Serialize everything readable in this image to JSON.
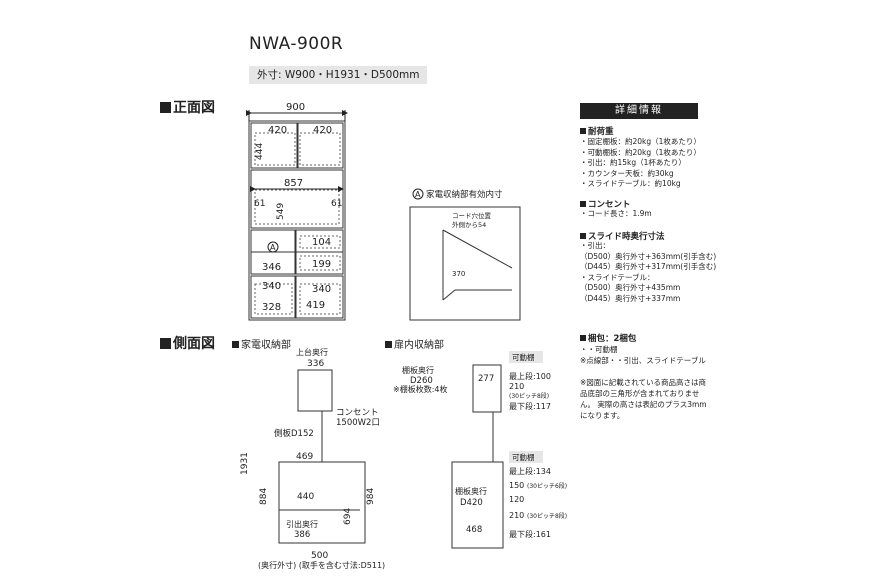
{
  "model": "NWA-900R",
  "outer_dims": "外寸: W900・H1931・D500mm",
  "sections": {
    "front_view": "正面図",
    "side_view": "側面図",
    "appliance_storage": "家電収納部",
    "door_storage": "扉内収納部"
  },
  "front_labels": {
    "w900": "900",
    "w420a": "420",
    "w420b": "420",
    "h444": "444",
    "w857": "857",
    "d61a": "61",
    "h549": "549",
    "d61b": "61",
    "circleA": "A",
    "w346": "346",
    "w104": "104",
    "w199": "199",
    "w340a": "340",
    "w340b": "340",
    "w328": "328",
    "w419": "419"
  },
  "detail_a": {
    "title": "家電収納部有効内寸",
    "circle": "A",
    "cord_hole": "コード穴位置\n外側から54",
    "h370": "370"
  },
  "side_a": {
    "top_depth": "上台奥行",
    "w336": "336",
    "outlet": "コンセント\n1500W2口",
    "side_board": "側板D152",
    "w469": "469",
    "h1931": "1931",
    "h884": "884",
    "w440": "440",
    "h694": "694",
    "h984": "984",
    "drawer_depth": "引出奥行",
    "w386": "386",
    "w500": "500",
    "outer_depth": "(奥行外寸) (取手を含む寸法:D511)"
  },
  "side_b": {
    "movable_shelf1": "可動棚",
    "shelf_depth": "棚板奥行",
    "d260": "D260",
    "w277": "277",
    "shelf_count": "※棚板枚数:4枚",
    "top100": "最上段:100",
    "p210a": "210",
    "pitch_a": "(30ピッチ8段)",
    "bottom117": "最下段:117",
    "movable_shelf2": "可動棚",
    "top134": "最上段:134",
    "p150": "150",
    "pitch_b": "(30ピッチ6段)",
    "h120": "120",
    "p210b": "210",
    "pitch_c": "(30ピッチ8段)",
    "bottom161": "最下段:161",
    "shelf_depth2": "棚板奥行",
    "d420": "D420",
    "w468": "468"
  },
  "details": {
    "header": "詳細情報",
    "load_title": "耐荷重",
    "load_items": "・固定棚板：約20kg（1枚あたり）\n・可動棚板：約20kg（1枚あたり）\n・引出：約15kg（1杯あたり）\n・カウンター天板：約30kg\n・スライドテーブル：約10kg",
    "outlet_title": "コンセント",
    "outlet_items": "・コード長さ：1.9m",
    "slide_title": "スライド時奥行寸法",
    "slide_items": "・引出：\n（D500）奥行外寸+363mm(引手含む)\n（D445）奥行外寸+317mm(引手含む)\n・スライドテーブル：\n（D500）奥行外寸+435mm\n（D445）奥行外寸+337mm",
    "package_title": "梱包：2梱包",
    "legend": "・・可動棚\n※点線部・・引出、スライドテーブル",
    "note": "※図面に記載されている商品高さは商品底部の三角形が含まれておりません。\n実際の高さは表記のプラス3mmになります。"
  }
}
